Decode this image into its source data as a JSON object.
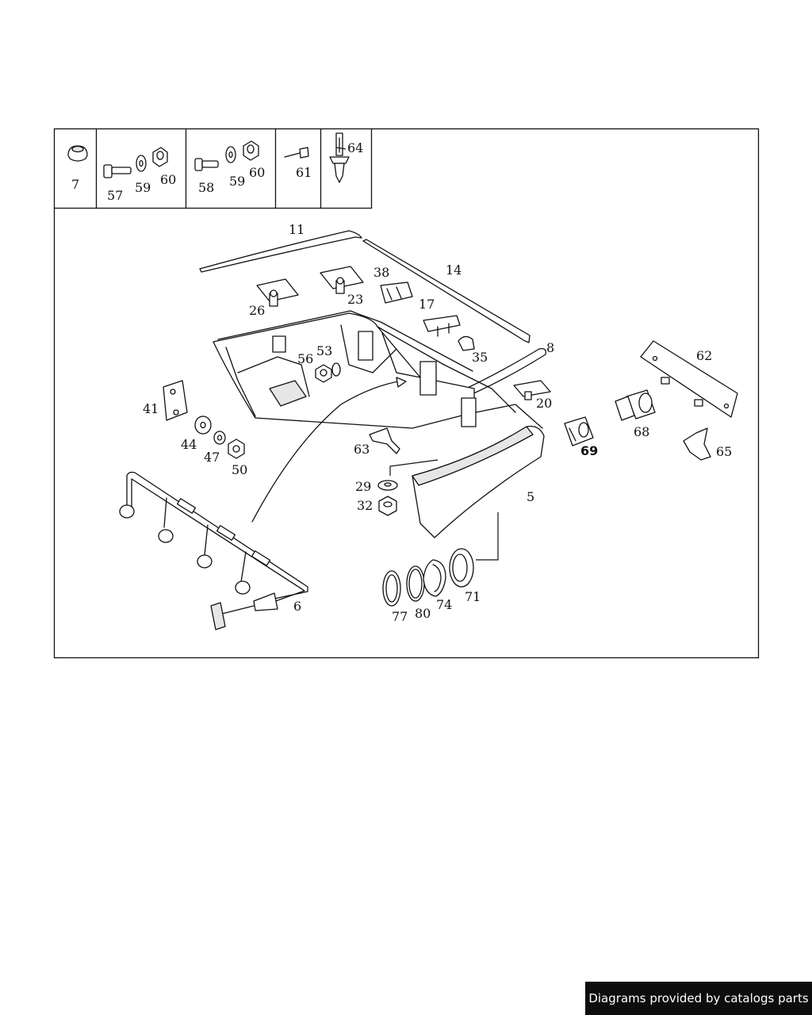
{
  "labels": {
    "p7": "7",
    "p57": "57",
    "p59a": "59",
    "p60a": "60",
    "p58": "58",
    "p59b": "59",
    "p60b": "60",
    "p61": "61",
    "p64": "64",
    "p11": "11",
    "p14": "14",
    "p38": "38",
    "p26": "26",
    "p23": "23",
    "p17": "17",
    "p35": "35",
    "p8": "8",
    "p56": "56",
    "p53": "53",
    "p62": "62",
    "p20": "20",
    "p41": "41",
    "p68": "68",
    "p69": "69",
    "p65": "65",
    "p44": "44",
    "p47": "47",
    "p50": "50",
    "p63": "63",
    "p29": "29",
    "p32": "32",
    "p5": "5",
    "p6": "6",
    "p77": "77",
    "p80": "80",
    "p74": "74",
    "p71": "71"
  },
  "footer": {
    "text": "Diagrams provided by catalogs parts"
  }
}
